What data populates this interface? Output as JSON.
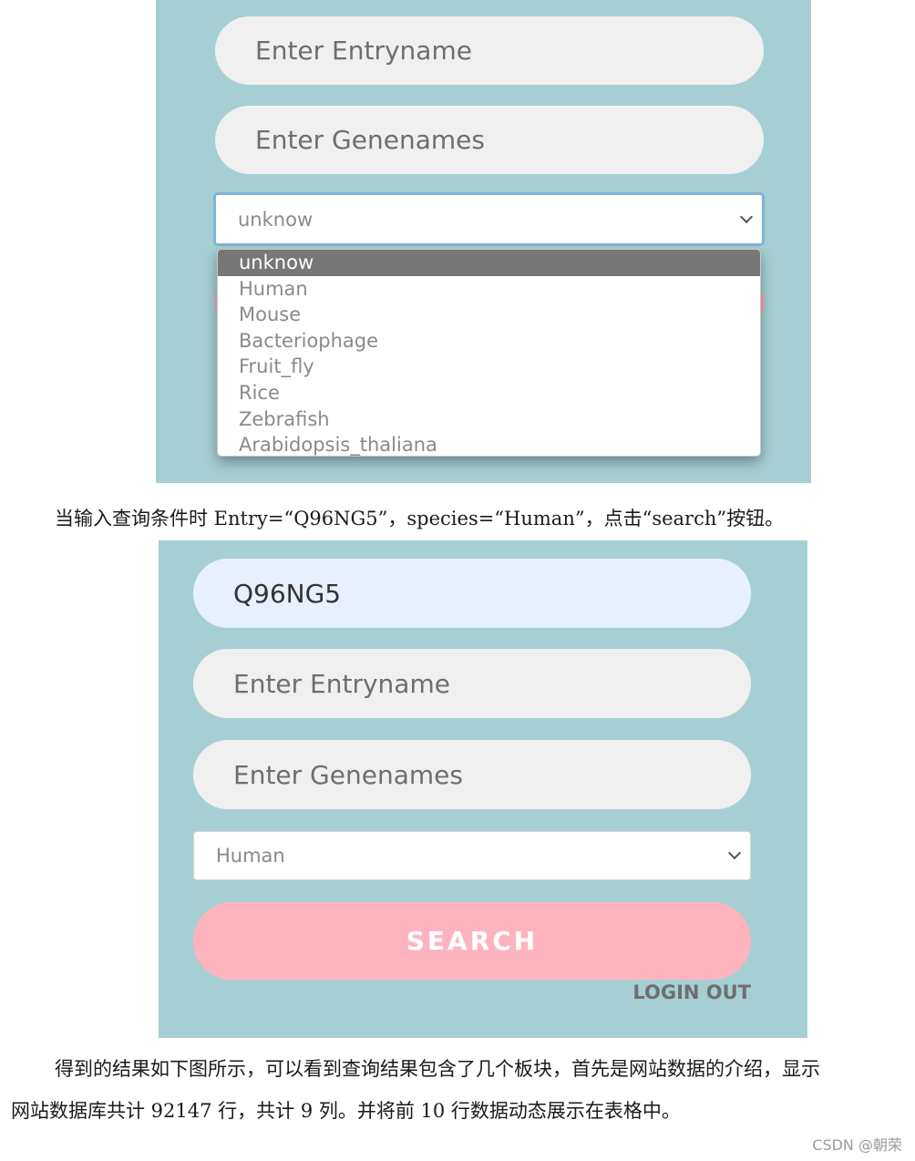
{
  "screen1": {
    "entryname_placeholder": "Enter Entryname",
    "genenames_placeholder": "Enter Genenames",
    "species_selected": "unknow",
    "species_options": [
      "unknow",
      "Human",
      "Mouse",
      "Bacteriophage",
      "Fruit_fly",
      "Rice",
      "Zebrafish",
      "Arabidopsis_thaliana"
    ],
    "highlighted_option_index": 0
  },
  "caption": {
    "text": "当输入查询条件时 Entry=“Q96NG5”，species=“Human”，点击“search”按钮。"
  },
  "screen2": {
    "entry_value": "Q96NG5",
    "entryname_placeholder": "Enter Entryname",
    "genenames_placeholder": "Enter Genenames",
    "species_selected": "Human",
    "search_label": "SEARCH",
    "login_out_label": "LOGIN OUT"
  },
  "result_paragraph": {
    "line1": "得到的结果如下图所示，可以看到查询结果包含了几个板块，首先是网站数据的介绍，显示",
    "line2": "网站数据库共计 92147 行，共计 9 列。并将前 10 行数据动态展示在表格中。"
  },
  "watermark": "CSDN @朝荣",
  "colors": {
    "panel_bg": "#a6cfd3",
    "input_bg": "#f0f0f0",
    "filled_input_bg": "#e8f0fd",
    "search_button": "#feb4bf",
    "highlight_option": "#777777",
    "focus_ring": "#7eb3d9"
  },
  "icons": {
    "select_arrow": "chevron-down-icon"
  }
}
